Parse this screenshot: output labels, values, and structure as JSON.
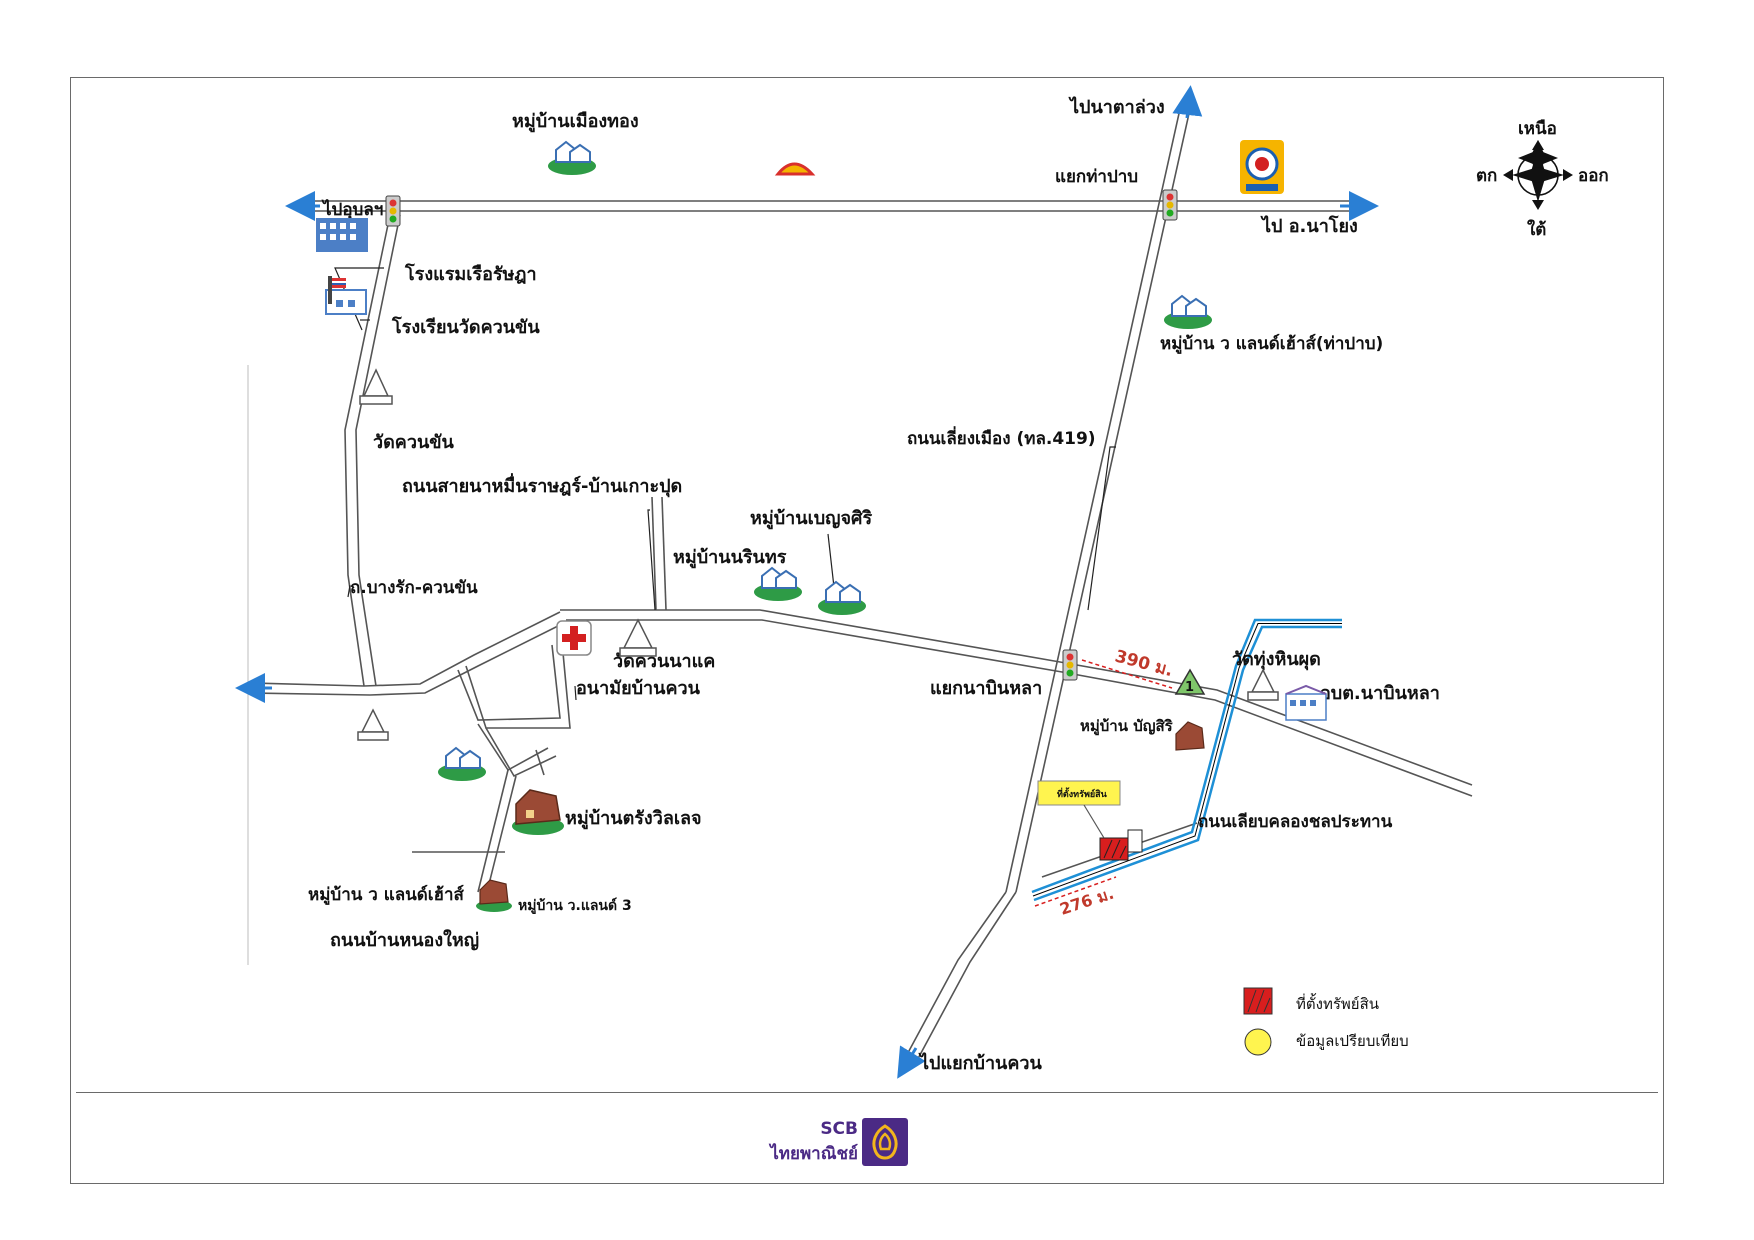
{
  "compass": {
    "north": "เหนือ",
    "south": "ใต้",
    "east": "ออก",
    "west": "ตก"
  },
  "places": {
    "muang_thong": "หมู่บ้านเมืองทอง",
    "to_ubon": "ไปอุบลฯ",
    "to_nataluang": "ไปนาตาล่วง",
    "yaek_thapap": "แยกท่าปาบ",
    "to_nayong": "ไป อ.นาโยง",
    "hotel": "โรงแรมเรือรัษฎา",
    "school": "โรงเรียนวัดควนขัน",
    "wat_khuankhan": "วัดควนขัน",
    "village_w_land_thapap": "หมู่บ้าน ว  แลนด์เฮ้าส์(ท่าปาบ)",
    "bypass_road": "ถนนเลี่ยงเมือง (ทล.419)",
    "road_sai_na": "ถนนสายนาหมื่นราษฎร์-บ้านเกาะปุด",
    "village_benjasiri": "หมู่บ้านเบญจศิริ",
    "village_narintorn": "หมู่บ้านนรินทร",
    "road_bangrak": "ถ.บางรัก-ควนขัน",
    "wat_khuannakae": "วัดควนนาแค",
    "health_station": "อนามัยบ้านควน",
    "yaek_nabinla": "แยกนาบินหลา",
    "wat_thunghinphut": "วัดทุ่งหินผุด",
    "obt_nabinla": "อบต.นาบินหลา",
    "village_bunsiri": "หมู่บ้าน บัญสิริ",
    "village_trangvillage": "หมู่บ้านตรังวิลเลจ",
    "canal_road": "ถนนเลียบคลองชลประทาน",
    "village_w_land": "หมู่บ้าน ว  แลนด์เฮ้าส์",
    "village_w_land3": "หมู่บ้าน ว.แลนด์ 3",
    "road_nongyai": "ถนนบ้านหนองใหญ่",
    "to_yaek_bankhuan": "ไปแยกบ้านควน",
    "property_callout": "ที่ตั้งทรัพย์สิน"
  },
  "distances": {
    "d1": "390 ม.",
    "d2": "276 ม."
  },
  "sign_number": "1",
  "legend": {
    "property": "ที่ตั้งทรัพย์สิน",
    "comparison": "ข้อมูลเปรียบเทียบ"
  },
  "brand": {
    "line1": "SCB",
    "line2": "ไทยพาณิชย์",
    "color": "#4b2a85"
  },
  "colors": {
    "road": "#666666",
    "canal": "#1e90d6",
    "property": "#d81e1e",
    "comparison": "#fff44f"
  }
}
